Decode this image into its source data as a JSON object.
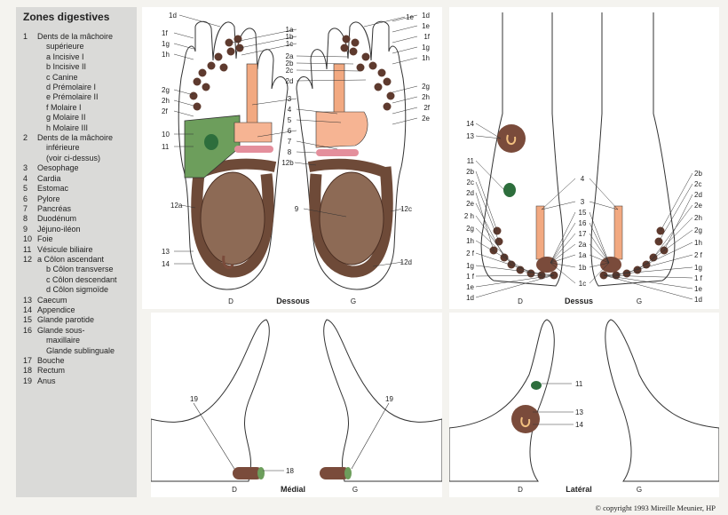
{
  "legend": {
    "title": "Zones digestives",
    "items": [
      {
        "num": "1",
        "text": "Dents de la mâchoire",
        "sub": false
      },
      {
        "num": "",
        "text": "supérieure",
        "sub": true
      },
      {
        "num": "",
        "text": "a Incisive I",
        "sub": true
      },
      {
        "num": "",
        "text": "b Incisive II",
        "sub": true
      },
      {
        "num": "",
        "text": "c Canine",
        "sub": true
      },
      {
        "num": "",
        "text": "d Prémolaire I",
        "sub": true
      },
      {
        "num": "",
        "text": "e Prémolaire II",
        "sub": true
      },
      {
        "num": "",
        "text": "f  Molaire I",
        "sub": true
      },
      {
        "num": "",
        "text": "g Molaire II",
        "sub": true
      },
      {
        "num": "",
        "text": "h Molaire III",
        "sub": true
      },
      {
        "num": "2",
        "text": "Dents de la mâchoire",
        "sub": false
      },
      {
        "num": "",
        "text": "inférieure",
        "sub": true
      },
      {
        "num": "",
        "text": "(voir ci-dessus)",
        "sub": true
      },
      {
        "num": "3",
        "text": "Oesophage",
        "sub": false
      },
      {
        "num": "4",
        "text": "Cardia",
        "sub": false
      },
      {
        "num": "5",
        "text": "Estomac",
        "sub": false
      },
      {
        "num": "6",
        "text": "Pylore",
        "sub": false
      },
      {
        "num": "7",
        "text": "Pancréas",
        "sub": false
      },
      {
        "num": "8",
        "text": "Duodénum",
        "sub": false
      },
      {
        "num": "9",
        "text": "Jéjuno-iléon",
        "sub": false
      },
      {
        "num": "10",
        "text": "Foie",
        "sub": false
      },
      {
        "num": "11",
        "text": "Vésicule biliaire",
        "sub": false
      },
      {
        "num": "12",
        "text": "a Côlon ascendant",
        "sub": false
      },
      {
        "num": "",
        "text": "b Côlon transverse",
        "sub": true
      },
      {
        "num": "",
        "text": "c Côlon descendant",
        "sub": true
      },
      {
        "num": "",
        "text": "d Côlon sigmoïde",
        "sub": true
      },
      {
        "num": "13",
        "text": "Caecum",
        "sub": false
      },
      {
        "num": "14",
        "text": "Appendice",
        "sub": false
      },
      {
        "num": "15",
        "text": "Glande parotide",
        "sub": false
      },
      {
        "num": "16",
        "text": "Glande sous-",
        "sub": false
      },
      {
        "num": "",
        "text": "maxillaire",
        "sub": true
      },
      {
        "num": "",
        "text": "Glande sublinguale",
        "sub": true
      },
      {
        "num": "17",
        "text": "Bouche",
        "sub": false
      },
      {
        "num": "18",
        "text": "Rectum",
        "sub": false
      },
      {
        "num": "19",
        "text": "Anus",
        "sub": false
      }
    ]
  },
  "panels": {
    "sole": {
      "caption": "Dessous",
      "left": "D",
      "right": "G",
      "center_labels": [
        "1d",
        "1e",
        "1a",
        "1b",
        "1c",
        "2a",
        "2b",
        "2c",
        "2d",
        "3",
        "4",
        "5",
        "6",
        "7",
        "8",
        "12b",
        "9",
        "12a",
        "12c",
        "12d"
      ],
      "side_labels_left": [
        "1f",
        "1g",
        "1h",
        "2g",
        "2h",
        "2f",
        "10",
        "11",
        "13",
        "14"
      ],
      "side_labels_right": [
        "1d",
        "1e",
        "1f",
        "1g",
        "1h",
        "2g",
        "2h",
        "2f",
        "2e"
      ]
    },
    "dorsal": {
      "caption": "Dessus",
      "left": "D",
      "right": "G",
      "labels_left": [
        "14",
        "13",
        "11",
        "2b",
        "2c",
        "2d",
        "2e",
        "2 h",
        "2g",
        "1h",
        "2 f",
        "1g",
        "1 f",
        "1e",
        "1d"
      ],
      "labels_center": [
        "4",
        "3",
        "15",
        "16",
        "17",
        "2a",
        "1a",
        "1b",
        "1c"
      ],
      "labels_right": [
        "2b",
        "2c",
        "2d",
        "2e",
        "2h",
        "2g",
        "1h",
        "2 f",
        "1g",
        "1 f",
        "1e",
        "1d"
      ]
    },
    "medial": {
      "caption": "Médial",
      "left": "D",
      "right": "G",
      "labels": [
        "19",
        "18",
        "19"
      ]
    },
    "lateral": {
      "caption": "Latéral",
      "left": "D",
      "right": "G",
      "labels": [
        "11",
        "13",
        "14"
      ]
    }
  },
  "copyright": "© copyright 1993  Mireille Meunier, HP",
  "colors": {
    "teeth": "#5e3a2e",
    "colon": "#6e4a38",
    "intestine": "#8d6a55",
    "esophagus": "#f2a981",
    "stomach": "#f6b493",
    "liver": "#6d9e5c",
    "gallbladder": "#2d6e3c",
    "pancreas": "#e48f9c",
    "caecum": "#7a4b3b",
    "rectum": "#7a4b3b",
    "line": "#333333",
    "panel_bg": "#ffffff",
    "legend_bg": "#dadad8"
  }
}
